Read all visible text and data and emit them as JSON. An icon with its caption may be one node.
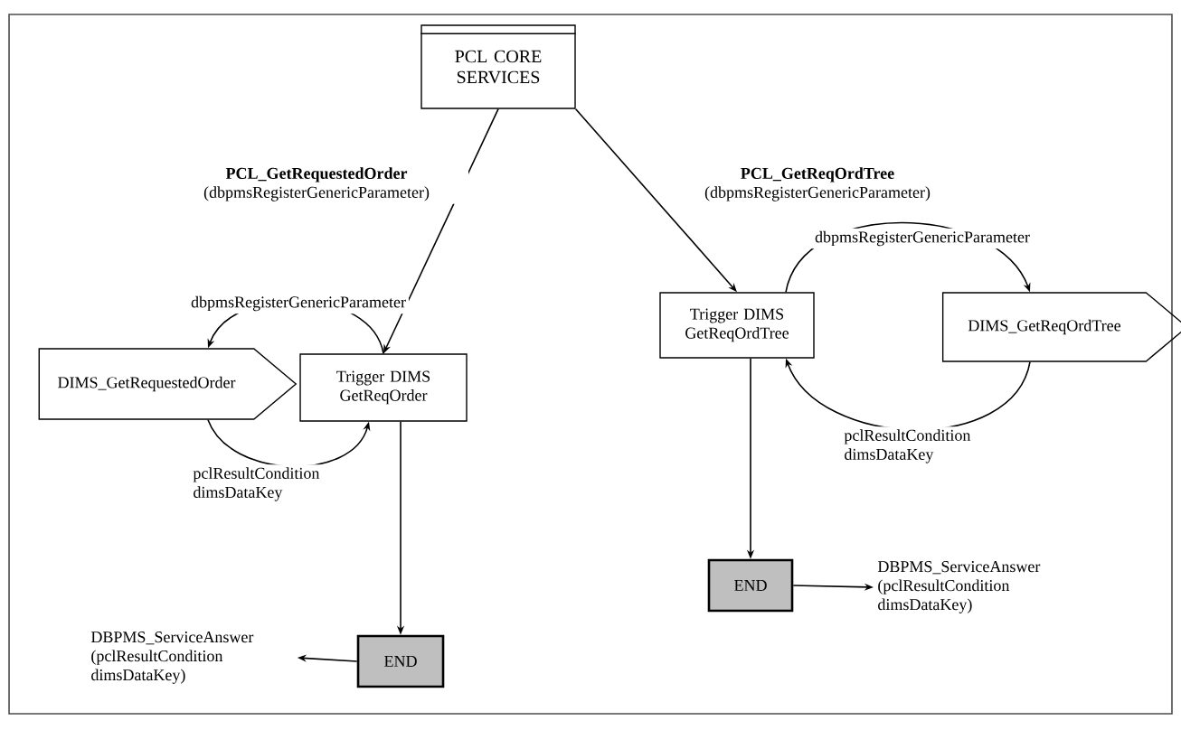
{
  "diagram": {
    "nodes": [
      {
        "text": [
          "PCL CORE SERVICES"
        ]
      },
      {
        "text": [
          "Trigger DIMS GetReqOrder"
        ]
      },
      {
        "text": [
          "DIMS_GetRequestedOrder"
        ]
      },
      {
        "text": [
          "END"
        ]
      },
      {
        "text": [
          "DBPMS_ServiceAnswer (pclResultCondition dimsDataKey)"
        ]
      },
      {
        "text": [
          "Trigger DIMS GetReqOrdTree"
        ]
      },
      {
        "text": [
          "DIMS_GetReqOrdTree"
        ]
      },
      {
        "text": [
          "END"
        ]
      },
      {
        "text": [
          "DBPMS_ServiceAnswer (pclResultCondition dimsDataKey)"
        ]
      }
    ],
    "edges": [
      {
        "from": 0,
        "to": 1,
        "arrow": "to",
        "label": "**PCL_GetRequestedOrder** (dbpmsRegisterGenericParameter)"
      },
      {
        "from": 1,
        "to": 2,
        "arrow": "to",
        "label": "dbpmsRegisterGenericParameter"
      },
      {
        "from": 2,
        "to": 1,
        "arrow": "to",
        "label": "pclResultCondition dimsDataKey"
      },
      {
        "from": 1,
        "to": 3,
        "arrow": "to"
      },
      {
        "from": 3,
        "to": 4,
        "arrow": "to"
      },
      {
        "from": 0,
        "to": 5,
        "arrow": "to",
        "label": "**PCL_GetReqOrdTree** (dbpmsRegisterGenericParameter)"
      },
      {
        "from": 5,
        "to": 6,
        "arrow": "to",
        "label": "dbpmsRegisterGenericParameter"
      },
      {
        "from": 6,
        "to": 5,
        "arrow": "to",
        "label": "pclResultCondition dimsDataKey"
      },
      {
        "from": 5,
        "to": 7,
        "arrow": "to"
      },
      {
        "from": 7,
        "to": 8,
        "arrow": "to"
      }
    ]
  }
}
